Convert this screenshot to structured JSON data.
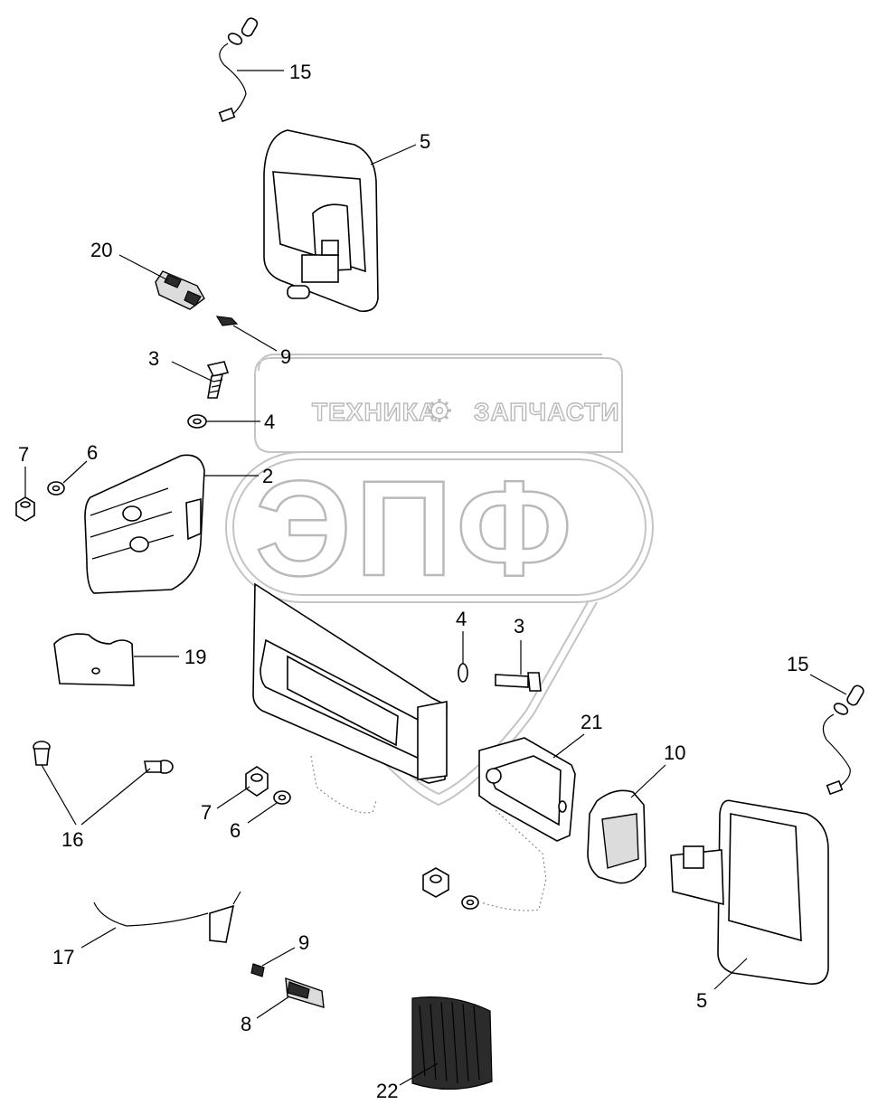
{
  "watermark": {
    "top_left": "ТЕХНИКА",
    "top_right": "ЗАПЧАСТИ",
    "big": "ЭПФ",
    "gear_icon": "gear-icon"
  },
  "callouts": [
    {
      "id": "c15a",
      "label": "15"
    },
    {
      "id": "c5a",
      "label": "5"
    },
    {
      "id": "c20",
      "label": "20"
    },
    {
      "id": "c9a",
      "label": "9"
    },
    {
      "id": "c3a",
      "label": "3"
    },
    {
      "id": "c4a",
      "label": "4"
    },
    {
      "id": "c7a",
      "label": "7"
    },
    {
      "id": "c6a",
      "label": "6"
    },
    {
      "id": "c2",
      "label": "2"
    },
    {
      "id": "c19",
      "label": "19"
    },
    {
      "id": "c4b",
      "label": "4"
    },
    {
      "id": "c3b",
      "label": "3"
    },
    {
      "id": "c15b",
      "label": "15"
    },
    {
      "id": "c21",
      "label": "21"
    },
    {
      "id": "c10",
      "label": "10"
    },
    {
      "id": "c7b",
      "label": "7"
    },
    {
      "id": "c6b",
      "label": "6"
    },
    {
      "id": "c16",
      "label": "16"
    },
    {
      "id": "c17",
      "label": "17"
    },
    {
      "id": "c9b",
      "label": "9"
    },
    {
      "id": "c8",
      "label": "8"
    },
    {
      "id": "c22",
      "label": "22"
    },
    {
      "id": "c5b",
      "label": "5"
    }
  ]
}
